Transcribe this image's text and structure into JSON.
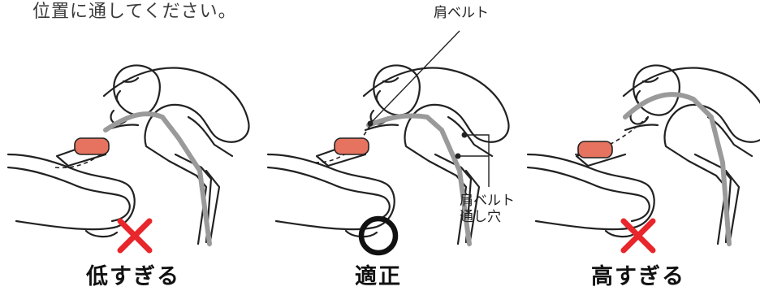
{
  "intro_text": "位置に通してください。",
  "callouts": {
    "shoulder_belt": "肩ベルト",
    "belt_slot_line1": "肩ベルト",
    "belt_slot_line2": "通し穴"
  },
  "panels": [
    {
      "verdict": "低すぎる",
      "mark": "cross-icon"
    },
    {
      "verdict": "適正",
      "mark": "circle-icon"
    },
    {
      "verdict": "高すぎる",
      "mark": "cross-icon"
    }
  ],
  "colors": {
    "cross": "#e8262b",
    "buckle": "#e5735f",
    "belt": "#9a9a9a",
    "line": "#222222"
  }
}
